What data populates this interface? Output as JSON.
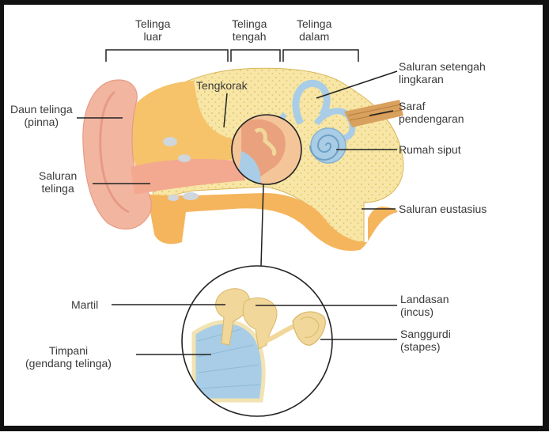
{
  "diagram": {
    "sections": {
      "outer": [
        "Telinga",
        "luar"
      ],
      "middle": [
        "Telinga",
        "tengah"
      ],
      "inner": [
        "Telinga",
        "dalam"
      ]
    },
    "labels": {
      "skull": "Tengkorak",
      "pinna": [
        "Daun telinga",
        "(pinna)"
      ],
      "ear_canal": [
        "Saluran",
        "telinga"
      ],
      "semicircular": [
        "Saluran setengah",
        "lingkaran"
      ],
      "auditory_nerve": [
        "Saraf",
        "pendengaran"
      ],
      "cochlea": "Rumah siput",
      "eustachian": "Saluran eustasius",
      "malleus": "Martil",
      "incus": [
        "Landasan",
        "(incus)"
      ],
      "stapes": [
        "Sanggurdi",
        "(stapes)"
      ],
      "tympanum": [
        "Timpani",
        "(gendang telinga)"
      ]
    },
    "colors": {
      "skin": "#f2b6a0",
      "skin_dark": "#e79a85",
      "bone": "#f7e6a6",
      "bone_dot": "#e2c36b",
      "tissue": "#f6c36a",
      "canal": "#f3a98f",
      "inner_ear": "#a9cde6",
      "ossicle": "#f1d79a",
      "line": "#222222"
    }
  }
}
